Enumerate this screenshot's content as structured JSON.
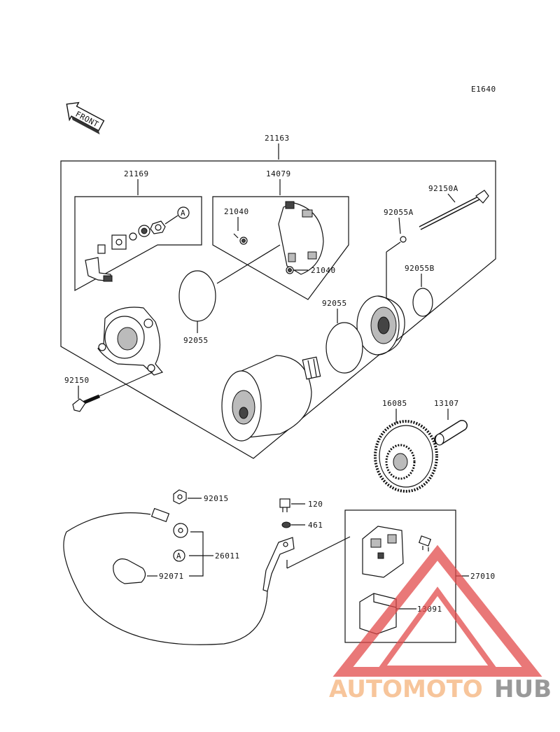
{
  "code": "E1640",
  "front_label": "FRONT",
  "callouts": {
    "assembly": "21163",
    "brush_holder_set": "21169",
    "brush_plate": "14079",
    "spring_top": "21040",
    "spring_bottom": "21040",
    "bolt_long": "92150A",
    "oring_small": "92055A",
    "oring_mid": "92055B",
    "oring_left": "92055",
    "oring_right": "92055",
    "bolt_short": "92150",
    "gear": "16085",
    "shaft": "13107",
    "nut": "92015",
    "bolt_small": "120",
    "washer": "461",
    "cable": "26011",
    "cap": "92071",
    "relay": "27010",
    "relay_case": "13091",
    "circle_a1": "A",
    "circle_a2": "A"
  },
  "watermark": {
    "text_part1": "AUTOMOTO",
    "text_part2": "HUB",
    "color_orange": "#f5b27a",
    "color_grey": "#777777",
    "color_red": "#e24b4b"
  }
}
